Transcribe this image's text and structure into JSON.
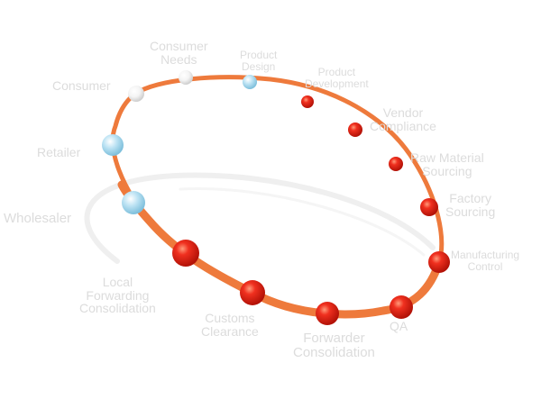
{
  "colors": {
    "ring": "#ee7a3c",
    "label": "#dcdcdc",
    "node_red": "#e8261b",
    "node_blue": "#a9d8ee",
    "node_white": "#f2f2f2"
  },
  "stages": [
    {
      "id": "consumer",
      "line1": "Consumer",
      "line2": "",
      "line3": "",
      "color": "white"
    },
    {
      "id": "consumer-needs",
      "line1": "Consumer",
      "line2": "Needs",
      "line3": "",
      "color": "white"
    },
    {
      "id": "product-design",
      "line1": "Product",
      "line2": "Design",
      "line3": "",
      "color": "blue"
    },
    {
      "id": "product-development",
      "line1": "Product",
      "line2": "Development",
      "line3": "",
      "color": "red"
    },
    {
      "id": "vendor-compliance",
      "line1": "Vendor",
      "line2": "Compliance",
      "line3": "",
      "color": "red"
    },
    {
      "id": "raw-material-sourcing",
      "line1": "Raw Material",
      "line2": "Sourcing",
      "line3": "",
      "color": "red"
    },
    {
      "id": "factory-sourcing",
      "line1": "Factory",
      "line2": "Sourcing",
      "line3": "",
      "color": "red"
    },
    {
      "id": "manufacturing-control",
      "line1": "Manufacturing",
      "line2": "Control",
      "line3": "",
      "color": "red"
    },
    {
      "id": "qa",
      "line1": "QA",
      "line2": "",
      "line3": "",
      "color": "red"
    },
    {
      "id": "forwarder-consolidation",
      "line1": "Forwarder",
      "line2": "Consolidation",
      "line3": "",
      "color": "red"
    },
    {
      "id": "customs-clearance",
      "line1": "Customs",
      "line2": "Clearance",
      "line3": "",
      "color": "red"
    },
    {
      "id": "local-forwarding-consolidation",
      "line1": "Local",
      "line2": "Forwarding",
      "line3": "Consolidation",
      "color": "red"
    },
    {
      "id": "wholesaler",
      "line1": "Wholesaler",
      "line2": "",
      "line3": "",
      "color": "blue"
    },
    {
      "id": "retailer",
      "line1": "Retailer",
      "line2": "",
      "line3": "",
      "color": "blue"
    }
  ]
}
